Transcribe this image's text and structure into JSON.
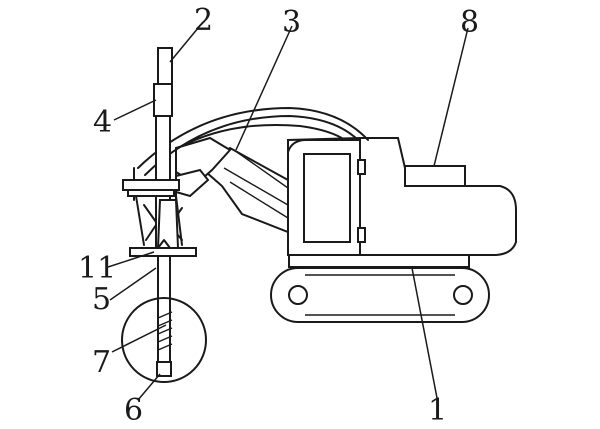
{
  "figure": {
    "labels": {
      "crawler_base": "1",
      "mast_top": "2",
      "boom_arm": "3",
      "drill_motor": "4",
      "drill_rod": "5",
      "drill_bit": "6",
      "spiral_auger": "7",
      "cab_top_unit": "8",
      "platform": "11"
    }
  }
}
